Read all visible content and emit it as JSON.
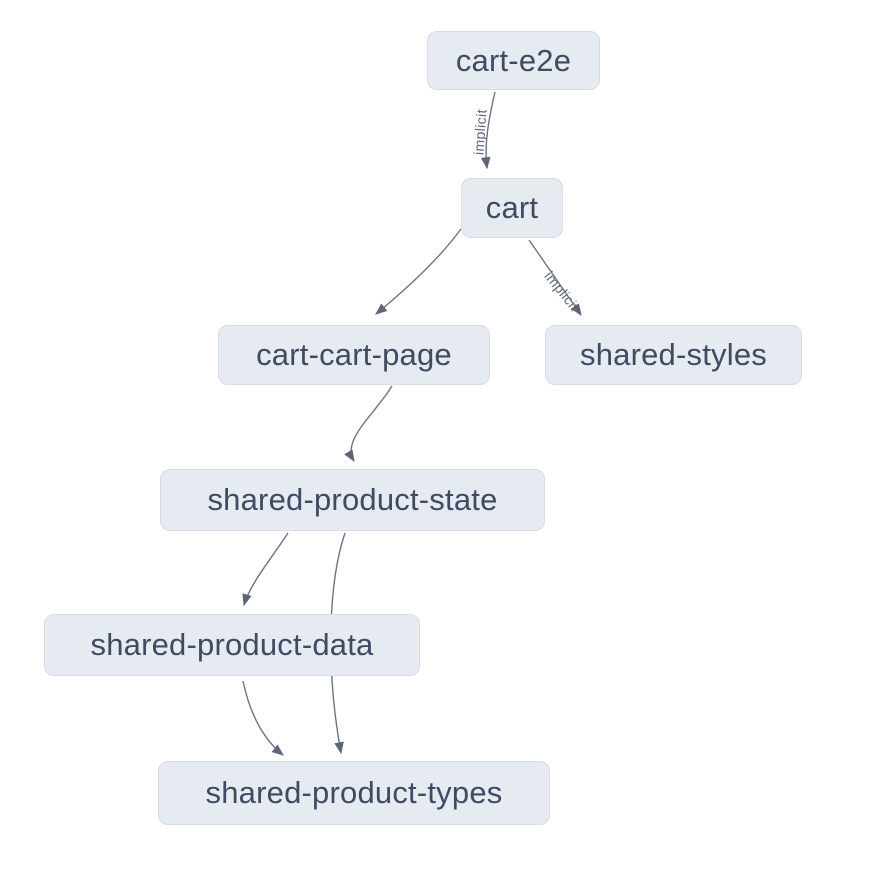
{
  "diagram": {
    "type": "dependency-graph",
    "nodes": [
      {
        "id": "cart-e2e",
        "label": "cart-e2e"
      },
      {
        "id": "cart",
        "label": "cart"
      },
      {
        "id": "cart-cart-page",
        "label": "cart-cart-page"
      },
      {
        "id": "shared-styles",
        "label": "shared-styles"
      },
      {
        "id": "shared-product-state",
        "label": "shared-product-state"
      },
      {
        "id": "shared-product-data",
        "label": "shared-product-data"
      },
      {
        "id": "shared-product-types",
        "label": "shared-product-types"
      }
    ],
    "edges": [
      {
        "from": "cart-e2e",
        "to": "cart",
        "label": "implicit"
      },
      {
        "from": "cart",
        "to": "cart-cart-page",
        "label": ""
      },
      {
        "from": "cart",
        "to": "shared-styles",
        "label": "implicit"
      },
      {
        "from": "cart-cart-page",
        "to": "shared-product-state",
        "label": ""
      },
      {
        "from": "shared-product-state",
        "to": "shared-product-data",
        "label": ""
      },
      {
        "from": "shared-product-state",
        "to": "shared-product-types",
        "label": ""
      },
      {
        "from": "shared-product-data",
        "to": "shared-product-types",
        "label": ""
      }
    ],
    "colors": {
      "background": "#ffffff",
      "node_fill": "#e6eaf1",
      "node_border": "#d7dce6",
      "node_text": "#3f4b63",
      "edge_line": "#6b7487",
      "edge_arrow": "#5d6678",
      "edge_label_text": "#5b657b"
    }
  }
}
